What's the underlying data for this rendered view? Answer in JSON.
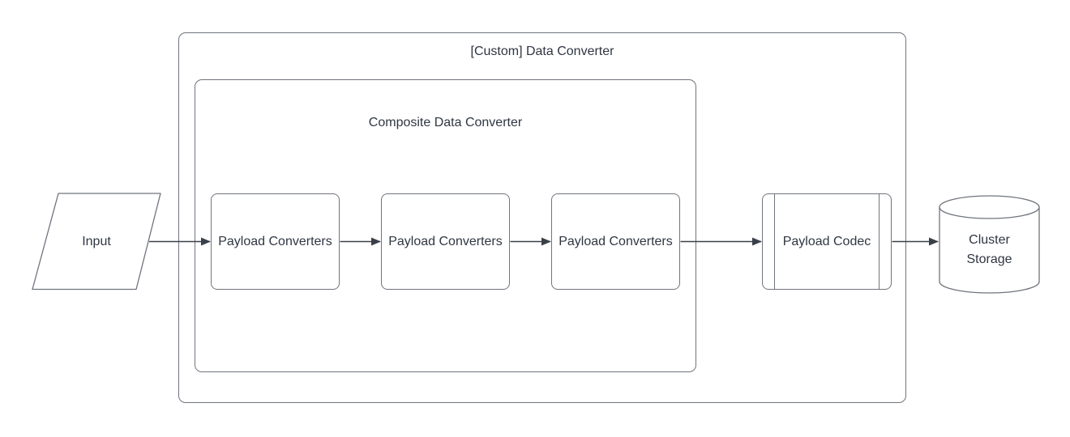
{
  "colors": {
    "background": "#ffffff",
    "shape_border": "#6f747d",
    "connector": "#3a4049",
    "text": "#2f3642",
    "shape_fill": "#ffffff"
  },
  "diagram": {
    "outer_group": {
      "label": "[Custom] Data Converter",
      "shape": "rounded-rectangle"
    },
    "composite_group": {
      "label": "Composite Data Converter",
      "shape": "rounded-rectangle"
    },
    "input": {
      "label": "Input",
      "shape": "parallelogram"
    },
    "payload_converters": [
      {
        "label": "Payload Converters"
      },
      {
        "label": "Payload Converters"
      },
      {
        "label": "Payload Converters"
      }
    ],
    "payload_codec": {
      "label": "Payload Codec",
      "shape": "predefined-process"
    },
    "cluster_storage": {
      "label": "Cluster Storage",
      "shape": "cylinder"
    },
    "connectors": [
      {
        "from": "input",
        "to": "payload-converters-1"
      },
      {
        "from": "payload-converters-1",
        "to": "payload-converters-2"
      },
      {
        "from": "payload-converters-2",
        "to": "payload-converters-3"
      },
      {
        "from": "payload-converters-3",
        "to": "payload-codec"
      },
      {
        "from": "payload-codec",
        "to": "cluster-storage"
      }
    ]
  }
}
